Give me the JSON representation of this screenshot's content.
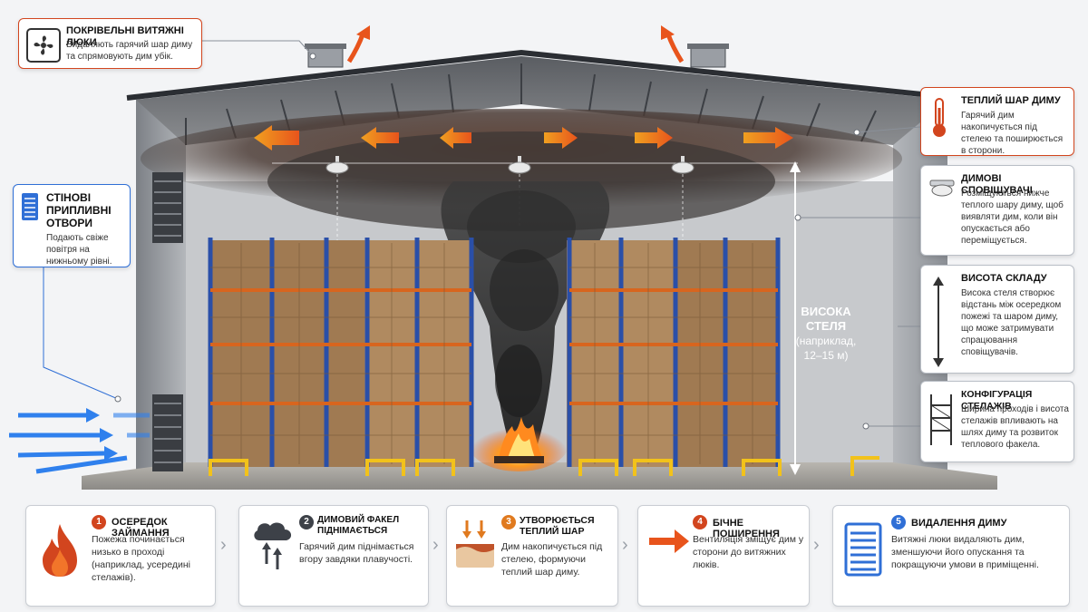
{
  "callouts": {
    "roof_vents": {
      "title": "ПОКРІВЕЛЬНІ ВИТЯЖНІ ЛЮКИ",
      "text": "Видаляють гарячий шар диму та спрямовують дим убік.",
      "icon": "fan-icon"
    },
    "smoke_layer": {
      "title": "ТЕПЛИЙ ШАР ДИМУ",
      "text": "Гарячий дим накопичується під стелею та поширюється в сторони.",
      "icon": "thermometer-icon"
    },
    "detectors": {
      "title": "ДИМОВІ СПОВІЩУВАЧІ",
      "text": "Розміщуються нижче теплого шару диму, щоб виявляти дим, коли він опускається або переміщується.",
      "icon": "smoke-detector-icon"
    },
    "height": {
      "title": "ВИСОТА СКЛАДУ",
      "text": "Висока стеля створює відстань між осередком пожежі та шаром диму, що може затримувати спрацювання сповіщувачів.",
      "icon": "vertical-arrow-icon"
    },
    "racks": {
      "title": "КОНФІГУРАЦІЯ СТЕЛАЖІВ",
      "text": "Ширина проходів і висота стелажів впливають на шлях диму та розвиток теплового факела.",
      "icon": "rack-icon"
    },
    "wall_vents": {
      "title": "СТІНОВІ ПРИПЛИВНІ ОТВОРИ",
      "text": "Подають свіже повітря на нижньому рівні.",
      "icon": "louver-icon"
    }
  },
  "ceiling_label": {
    "line1": "ВИСОКА",
    "line2": "СТЕЛЯ",
    "line3": "(наприклад,",
    "line4": "12–15 м)"
  },
  "steps": [
    {
      "num": "1",
      "title": "ОСЕРЕДОК ЗАЙМАННЯ",
      "text": "Пожежа починається низько в проході (наприклад, усередині стелажів).",
      "icon": "fire-icon",
      "color": "#d2451e"
    },
    {
      "num": "2",
      "title": "ДИМОВИЙ ФАКЕЛ ПІДНІМАЄТЬСЯ",
      "text": "Гарячий дим піднімається вгору завдяки плавучості.",
      "icon": "smoke-cloud-icon",
      "color": "#3d4148"
    },
    {
      "num": "3",
      "title": "УТВОРЮЄТЬСЯ ТЕПЛИЙ ШАР",
      "text": "Дим накопичується під стелею, формуючи теплий шар диму.",
      "icon": "warm-layer-icon",
      "color": "#e07a1f"
    },
    {
      "num": "4",
      "title": "БІЧНЕ ПОШИРЕННЯ",
      "text": "Вентиляція зміщує дим у сторони до витяжних люків.",
      "icon": "right-arrow-icon",
      "color": "#d2451e"
    },
    {
      "num": "5",
      "title": "ВИДАЛЕННЯ ДИМУ",
      "text": "Витяжні люки видаляють дим, зменшуючи його опускання та покращуючи умови в приміщенні.",
      "icon": "exhaust-vent-icon",
      "color": "#2f6fd6"
    }
  ],
  "colors": {
    "fire": "#e8541c",
    "airflow": "#2f80ed",
    "smoke": "#3a3a3a",
    "rack_blue": "#2a4fa8",
    "beam_orange": "#d8651e"
  }
}
